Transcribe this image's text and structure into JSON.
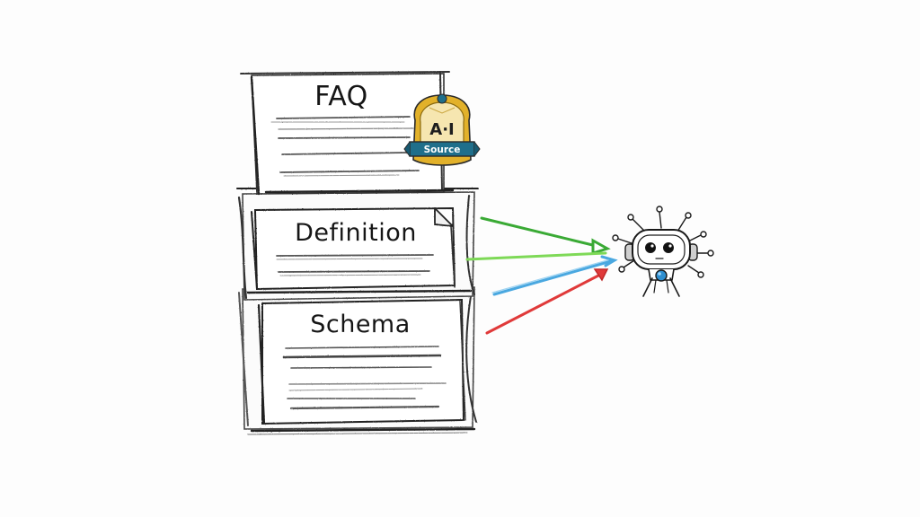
{
  "diagram": {
    "type": "hand-drawn sketch illustration",
    "background": "#fdfdfd",
    "cards": [
      {
        "id": "faq",
        "label": "FAQ",
        "line_count": 5
      },
      {
        "id": "definition",
        "label": "Definition",
        "line_count": 3,
        "folded_corner": true
      },
      {
        "id": "schema",
        "label": "Schema",
        "line_count": 6
      }
    ],
    "badge": {
      "top_text": "A·I",
      "ribbon_text": "Source",
      "colors": {
        "gold": "#e2b12a",
        "ribbon": "#1f6f8b",
        "outline": "#2a2a2a"
      }
    },
    "arrows": [
      {
        "color": "#3aaa35",
        "from": "definition-top",
        "to": "robot"
      },
      {
        "color": "#7ed957",
        "from": "definition-bottom",
        "to": "robot"
      },
      {
        "color": "#4aa8e0",
        "from": "schema-top",
        "to": "robot"
      },
      {
        "color": "#e03a3a",
        "from": "schema-mid",
        "to": "robot"
      }
    ],
    "robot": {
      "description": "AI robot head with antennae",
      "chest_light_color": "#2f8fd0"
    }
  }
}
